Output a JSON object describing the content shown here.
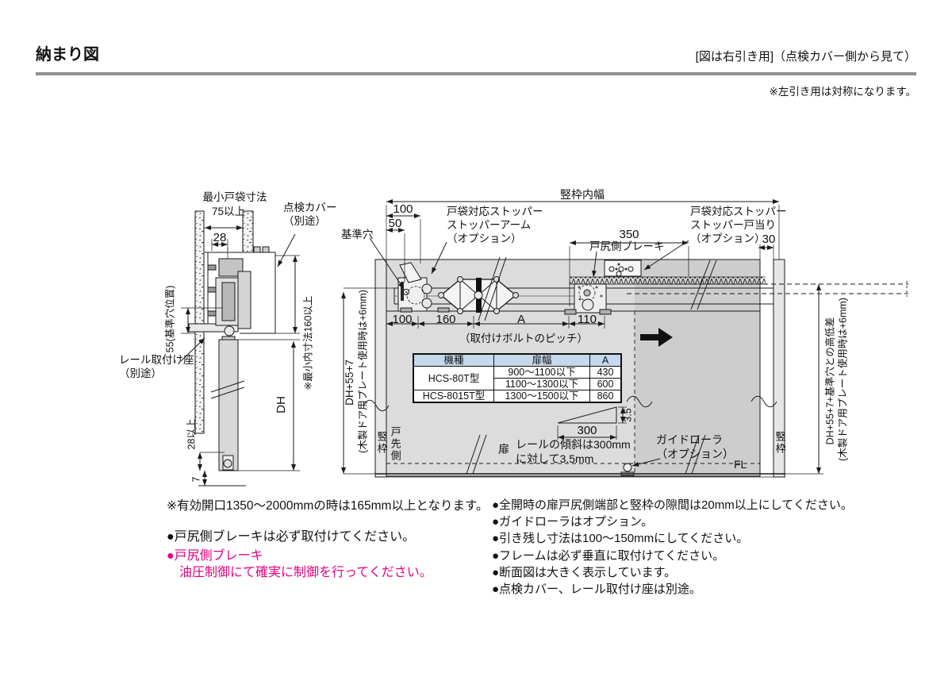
{
  "header": {
    "title": "納まり図",
    "orientation_note": "[図は右引き用]（点検カバー側から見て）",
    "mirror_note": "※左引き用は対称になります。"
  },
  "section": {
    "min_pocket_label": "最小戸袋寸法",
    "min_pocket_value": "75以上",
    "dim_28": "28",
    "dim_55": "55(基準穴位置)",
    "inspection_cover": "点検カバー",
    "inspection_cover_sub": "（別途）",
    "min_inner": "※最小内寸法160以上",
    "rail_seat": "レール取付け座",
    "rail_seat_sub": "（別途）",
    "dim_dh": "DH",
    "dim_28_min": "28以上",
    "dim_7": "7"
  },
  "elevation": {
    "frame_inner_width": "竪枠内幅",
    "dim_100_top": "100",
    "dim_50": "50",
    "datum_hole": "基準穴",
    "stopper_arm_l1": "戸袋対応ストッパー",
    "stopper_arm_l2": "ストッパーアーム",
    "stopper_arm_l3": "（オプション）",
    "dim_350": "350",
    "brake_label": "戸尻側ブレーキ",
    "stopper_door_l1": "戸袋対応ストッパー",
    "stopper_door_l2": "ストッパー戸当り",
    "stopper_door_l3": "（オプション）",
    "dim_30": "30",
    "dim_100": "100",
    "dim_160": "160",
    "dim_a": "A",
    "dim_110": "110",
    "bolt_pitch": "（取付けボルトのピッチ）",
    "left_dim_l1": "DH+55+7",
    "left_dim_l2": "(木製ドア用プレート使用時は+6mm)",
    "right_dim_l1": "DH+55+7+基準穴との高低差",
    "right_dim_l2": "(木製ドア用プレート使用時は+6mm)",
    "frame_left": "竪枠",
    "frame_right": "竪枠",
    "door_lead_side": "戸先側",
    "door_label": "扉",
    "dim_300": "300",
    "dim_3_5": "3.5",
    "slope_l1": "レールの傾斜は300mm",
    "slope_l2": "に対して3.5mm",
    "guide_roller": "ガイドローラ",
    "guide_roller_sub": "（オプション）",
    "floor_level": "FL",
    "table": {
      "h_model": "機種",
      "h_width": "扉幅",
      "h_a": "A",
      "model_1": "HCS-80T型",
      "model_2": "HCS-8015T型",
      "r1_width": "900～1100以下",
      "r1_a": "430",
      "r2_width": "1100～1300以下",
      "r2_a": "600",
      "r3_width": "1300～1500以下",
      "r3_a": "860"
    }
  },
  "notes": {
    "left_1": "※有効開口1350～2000mmの時は165mm以上となります。",
    "left_2": "●戸尻側ブレーキは必ず取付けてください。",
    "left_3": "●戸尻側ブレーキ",
    "left_4": "油圧制御にて確実に制御を行ってください。",
    "right": [
      "●全開時の扉戸尻側端部と竪枠の隙間は20mm以上にしてください。",
      "●ガイドローラはオプション。",
      "●引き残し寸法は100～150mmにしてください。",
      "●フレームは必ず垂直に取付けてください。",
      "●断面図は大きく表示しています。",
      "●点検カバー、レール取付け座は別途。"
    ]
  },
  "colors": {
    "accent_magenta": "#e4007f",
    "table_header_bg": "#c5d8ec",
    "door_fill": "#dcdcdc",
    "line": "#1a1a1a",
    "rule_gray": "#8f8f8f"
  }
}
